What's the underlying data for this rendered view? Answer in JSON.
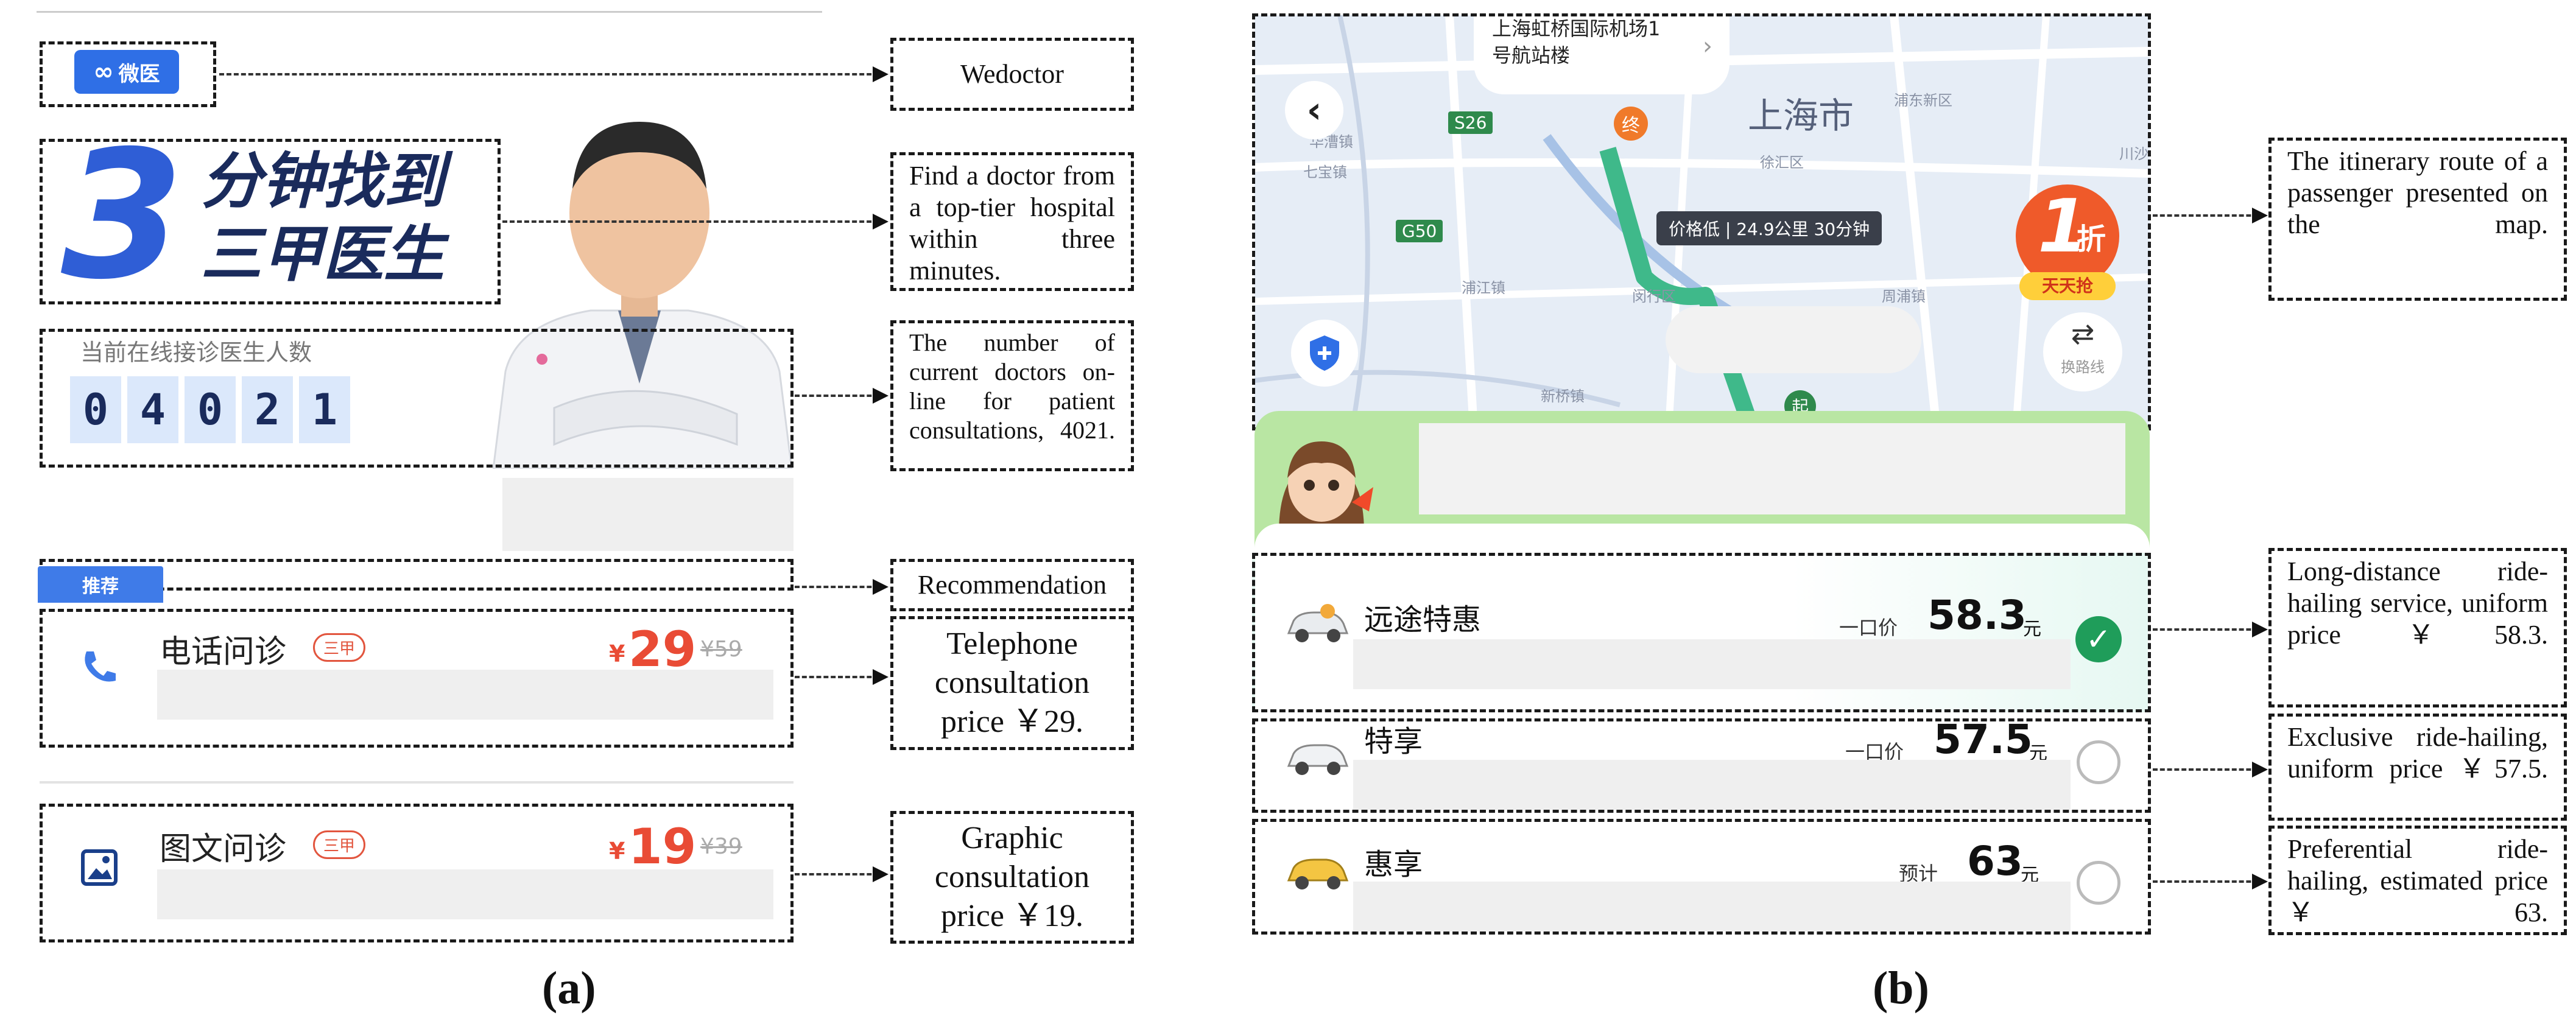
{
  "panel_a": {
    "label": "(a)",
    "logo_text": "微医",
    "headline_number": "3",
    "headline_line1": "分钟找到",
    "headline_line2": "三甲医生",
    "online_label": "当前在线接诊医生人数",
    "online_digits": [
      "0",
      "4",
      "0",
      "2",
      "1"
    ],
    "recommend_tag": "推荐",
    "services": [
      {
        "title": "电话问诊",
        "badge": "三甲",
        "currency": "¥",
        "price": "29",
        "old_price": "¥59"
      },
      {
        "title": "图文问诊",
        "badge": "三甲",
        "currency": "¥",
        "price": "19",
        "old_price": "¥39"
      }
    ],
    "callouts": {
      "wedoctor": "Wedoctor",
      "find_doctor": "Find a doctor from a top-tier hospital within three minutes.",
      "online_count": "The number of current doctors on-line for patient consultations, 4021.",
      "recommendation": "Recommendation",
      "telephone": "Telephone consultation price ￥29.",
      "graphic": "Graphic consultation price ￥19."
    }
  },
  "panel_b": {
    "label": "(b)",
    "map": {
      "origin_line1": "上海虹桥国际机场1",
      "origin_line2": "号航站楼",
      "city": "上海市",
      "route_info": "价格低 | 24.9公里 30分钟",
      "end_marker": "终",
      "start_marker": "起",
      "discount_big": "1",
      "discount_unit": "折",
      "discount_label": "天天抢",
      "change_route": "换路线",
      "roads": [
        "S26",
        "G50"
      ],
      "places": [
        "浦东新区",
        "徐汇区",
        "浦江镇",
        "闵行区",
        "新桥镇",
        "周浦镇",
        "川沙",
        "华漕镇",
        "七宝镇"
      ]
    },
    "rides": [
      {
        "title": "远途特惠",
        "price_type": "一口价",
        "price": "58.3",
        "unit": "元",
        "selected": true
      },
      {
        "title": "特享",
        "price_type": "一口价",
        "price": "57.5",
        "unit": "元",
        "selected": false
      },
      {
        "title": "惠享",
        "price_type": "预计",
        "price": "63",
        "unit": "元",
        "selected": false
      }
    ],
    "callouts": {
      "itinerary": "The itinerary route of a passenger presented on the map.",
      "long_distance": "Long-distance ride-hailing service, uniform price ￥58.3.",
      "exclusive": "Exclusive ride-hailing, uniform price ￥57.5.",
      "preferential": "Preferential ride-hailing, estimated price ￥63."
    }
  },
  "colors": {
    "accent_blue": "#3f7be8",
    "price_red": "#e94b35",
    "route_green": "#3fb98a",
    "check_green": "#1f9d5a"
  }
}
